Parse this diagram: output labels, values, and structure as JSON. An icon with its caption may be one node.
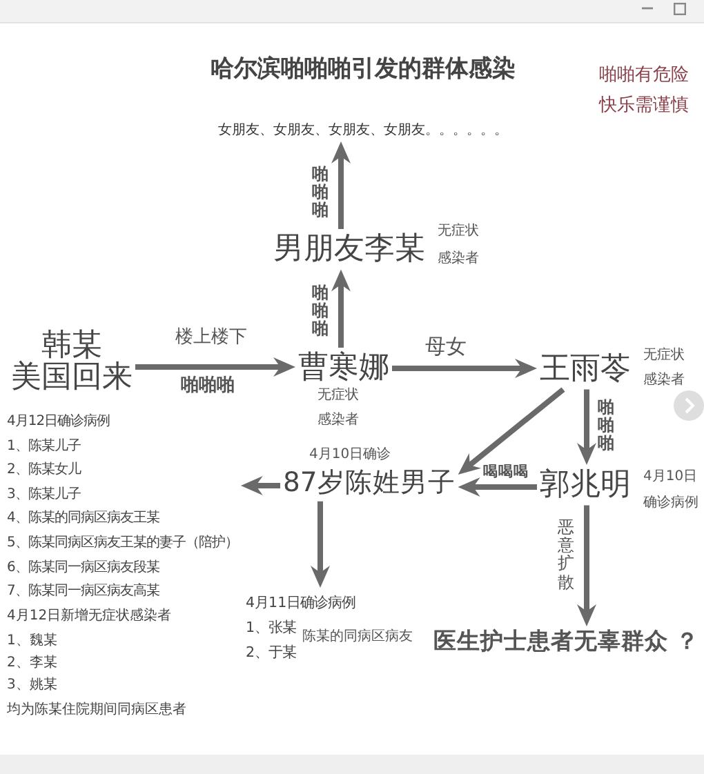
{
  "diagram": {
    "title": "哈尔滨啪啪啪引发的群体感染",
    "nodes": [
      {
        "text": [
          "女朋友、女朋友、女朋友、女朋友。。。。。。"
        ]
      },
      {
        "text": [
          "男朋友李某"
        ],
        "beside": [
          "无症状感染者"
        ]
      },
      {
        "text": [
          "韩某",
          "美国回来"
        ]
      },
      {
        "text": [
          "曹寒娜"
        ],
        "beside": [
          "无症状感染者"
        ]
      },
      {
        "text": [
          "王雨苓"
        ],
        "beside": [
          "无症状感染者"
        ]
      },
      {
        "text": [
          "87岁陈姓男子"
        ],
        "beside": [
          "4月10日确诊"
        ]
      },
      {
        "text": [
          "郭兆明"
        ],
        "beside": [
          "4月10日确诊病例"
        ]
      },
      {
        "text": [
          "4月12日确诊病例",
          "1、陈某儿子",
          "2、陈某女儿",
          "3、陈某儿子",
          "4、陈某的同病区病友王某",
          "5、陈某同病区病友王某的妻子（陪护）",
          "6、陈某同一病区病友段某",
          "7、陈某同一病区病友高某"
        ]
      },
      {
        "text": [
          "4月11日确诊病例",
          "1、张某",
          "2、于某"
        ],
        "beside": [
          "陈某的同病区病友"
        ]
      },
      {
        "text": [
          "医生护士患者无辜群众 ？"
        ]
      }
    ],
    "edges": [
      {
        "from": 1,
        "to": 0,
        "arrow": "to",
        "label": "啪啪啪"
      },
      {
        "from": 3,
        "to": 1,
        "arrow": "to",
        "label": "啪啪啪"
      },
      {
        "from": 2,
        "to": 3,
        "arrow": "to",
        "label": "楼上楼下"
      },
      {
        "from": 3,
        "to": 4,
        "arrow": "to",
        "label": "母女"
      },
      {
        "from": 4,
        "to": 5,
        "arrow": "to"
      },
      {
        "from": 4,
        "to": 6,
        "arrow": "to",
        "label": "啪啪啪"
      },
      {
        "from": 6,
        "to": 5,
        "arrow": "to",
        "label": "喝喝喝"
      },
      {
        "from": 5,
        "to": 7,
        "arrow": "to"
      },
      {
        "from": 5,
        "to": 8,
        "arrow": "to"
      },
      {
        "from": 6,
        "to": 9,
        "arrow": "to",
        "label": "恶意扩散"
      }
    ],
    "labels": [
      "啪啪有危险",
      "快乐需谨慎",
      "啪啪啪",
      "4月12日新增无症状感染者",
      "1、魏某",
      "2、李某",
      "3、姚某",
      "均为陈某住院期间同病区患者"
    ]
  }
}
